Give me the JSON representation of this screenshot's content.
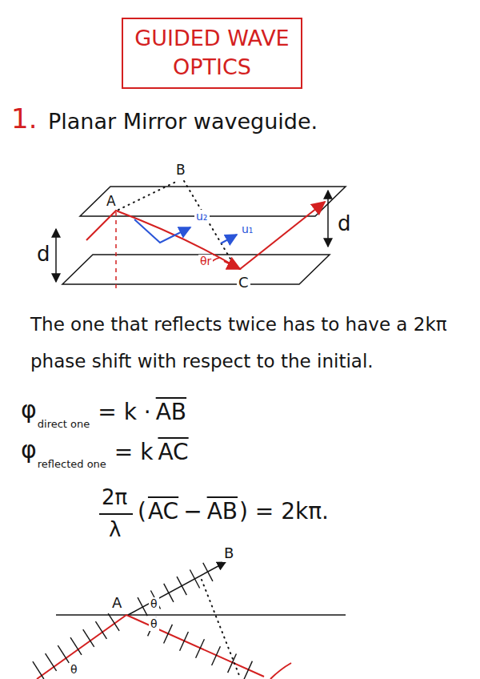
{
  "diagram": {
    "title": "GUIDED WAVE OPTICS",
    "labels": [
      "1.",
      "Planar Mirror waveguide.",
      "B",
      "A",
      "u₂",
      "u₁",
      "d",
      "θr",
      "C",
      "d",
      "The one that reflects twice has to have a 2kπ phase shift with respect to the initial.",
      "φ",
      "direct one",
      "= k ·",
      "AB",
      "φ",
      "reflected one",
      "= k",
      "AC",
      "2π",
      "λ",
      "(",
      "AC",
      "−",
      "AB",
      ") = 2kπ.",
      "A",
      "B",
      "θ",
      "θ",
      "θ"
    ]
  }
}
